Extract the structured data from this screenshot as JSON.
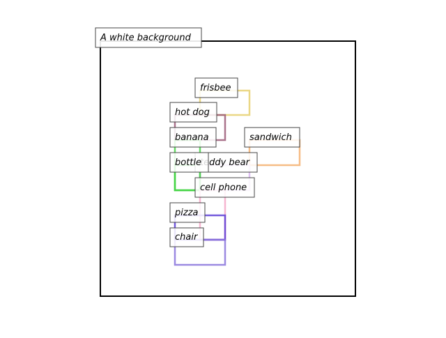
{
  "canvas": {
    "title": "A white background",
    "frame_color": "#000000",
    "background": "#ffffff"
  },
  "objects": [
    {
      "label": "frisbee",
      "box_color": "#e6d070"
    },
    {
      "label": "hot dog",
      "box_color": "#9b5a78"
    },
    {
      "label": "banana",
      "box_color": "#4bd64b"
    },
    {
      "label": "sandwich",
      "box_color": "#f5b070"
    },
    {
      "label": "teddy bear",
      "box_color": "#d8b4f0"
    },
    {
      "label": "bottle",
      "box_color": "#3fd23f"
    },
    {
      "label": "cell phone",
      "box_color": "#f4a8c8"
    },
    {
      "label": "pizza",
      "box_color": "#5a3cd6"
    },
    {
      "label": "chair",
      "box_color": "#8a74dc"
    }
  ]
}
